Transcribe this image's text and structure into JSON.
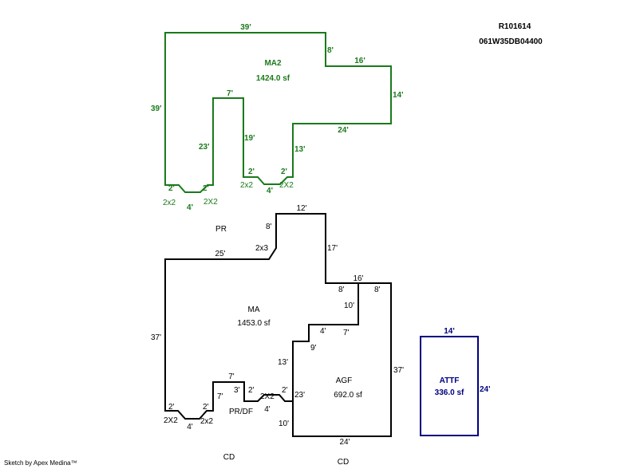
{
  "header": {
    "record_id": "R101614",
    "map_number": "061W35DB04400"
  },
  "colors": {
    "upper_floor": "#1a7a1a",
    "main_floor": "#000000",
    "garage": "#000080"
  },
  "upper": {
    "name": "MA2",
    "area": "1424.0 sf",
    "dims": {
      "top": "39'",
      "right_step": "8'",
      "right_top": "16'",
      "right_side": "14'",
      "bottom_right": "24'",
      "left_side": "39'",
      "inner_top": "7'",
      "inner_left": "23'",
      "inner_right": "19'",
      "inner_13": "13'",
      "notch_a_2a": "2'",
      "notch_a_2b": "2'",
      "notch_a_4": "4'",
      "notch_a_2x2": "2x2",
      "notch_a_2X2": "2X2",
      "notch_b_2a": "2'",
      "notch_b_2b": "2'",
      "notch_b_4": "4'",
      "notch_b_2x2": "2x2",
      "notch_b_2X2": "2X2"
    }
  },
  "main": {
    "name": "MA",
    "area": "1453.0 sf",
    "porch_label": "PR",
    "dims": {
      "top_12": "12'",
      "left_8": "8'",
      "cut_2x3": "2x3",
      "top_25": "25'",
      "right_17": "17'",
      "step_16": "16'",
      "step_8a": "8'",
      "step_8b": "8'",
      "left_37": "37'",
      "inner_10": "10'",
      "inner_4": "4'",
      "inner_7": "7'",
      "inner_9": "9'",
      "inner_13": "13'",
      "nb_2a": "2'",
      "nb_2b": "2'",
      "nb_4": "4'",
      "nb_2X2": "2X2",
      "nb_2x2": "2x2",
      "nb_7": "7'",
      "nb_7v": "7'",
      "nb_3": "3'",
      "nb_2c": "2'",
      "nb_2X2b": "2X2",
      "nb_4b": "4'",
      "nb_2d": "2'",
      "nb_23": "23'",
      "nb_10": "10'"
    },
    "prdf_label": "PR/DF"
  },
  "agf": {
    "name": "AGF",
    "area": "692.0 sf",
    "dims": {
      "right_37": "37'",
      "bottom_24": "24'"
    }
  },
  "attf": {
    "name": "ATTF",
    "area": "336.0 sf",
    "dims": {
      "top": "14'",
      "side": "24'"
    }
  },
  "footer": {
    "credit": "Sketch by Apex Medina™",
    "cd_left": "CD",
    "cd_right": "CD"
  }
}
